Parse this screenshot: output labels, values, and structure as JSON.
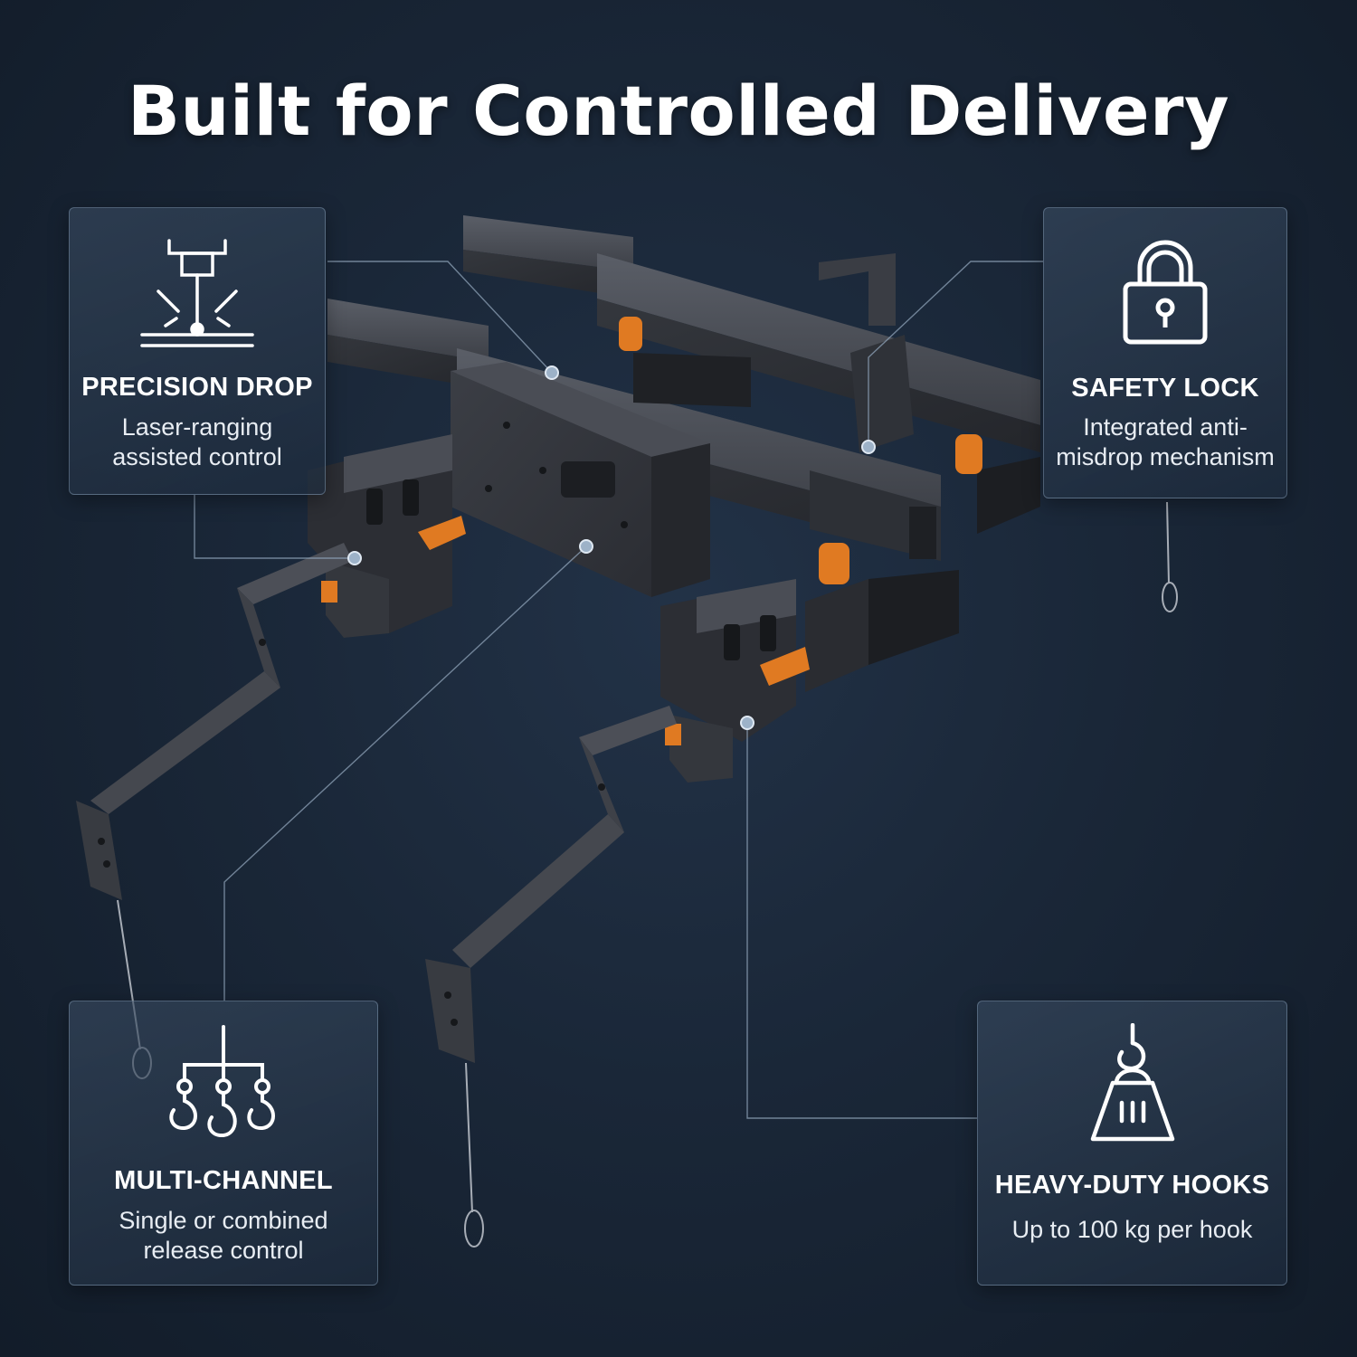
{
  "title": "Built for Controlled Delivery",
  "colors": {
    "background": "#1a2738",
    "accent_orange": "#e07a22",
    "frame_metal": "#3a3d44",
    "leader_line": "#8fa3b8"
  },
  "features": [
    {
      "icon": "laser-target-icon",
      "heading": "PRECISION DROP",
      "description": "Laser-ranging assisted control"
    },
    {
      "icon": "padlock-icon",
      "heading": "SAFETY LOCK",
      "description": "Integrated anti-misdrop mechanism"
    },
    {
      "icon": "triple-hook-icon",
      "heading": "MULTI-CHANNEL",
      "description": "Single or combined release control"
    },
    {
      "icon": "hook-weight-icon",
      "heading": "HEAVY-DUTY HOOKS",
      "description": "Up to 100 kg per hook"
    }
  ]
}
